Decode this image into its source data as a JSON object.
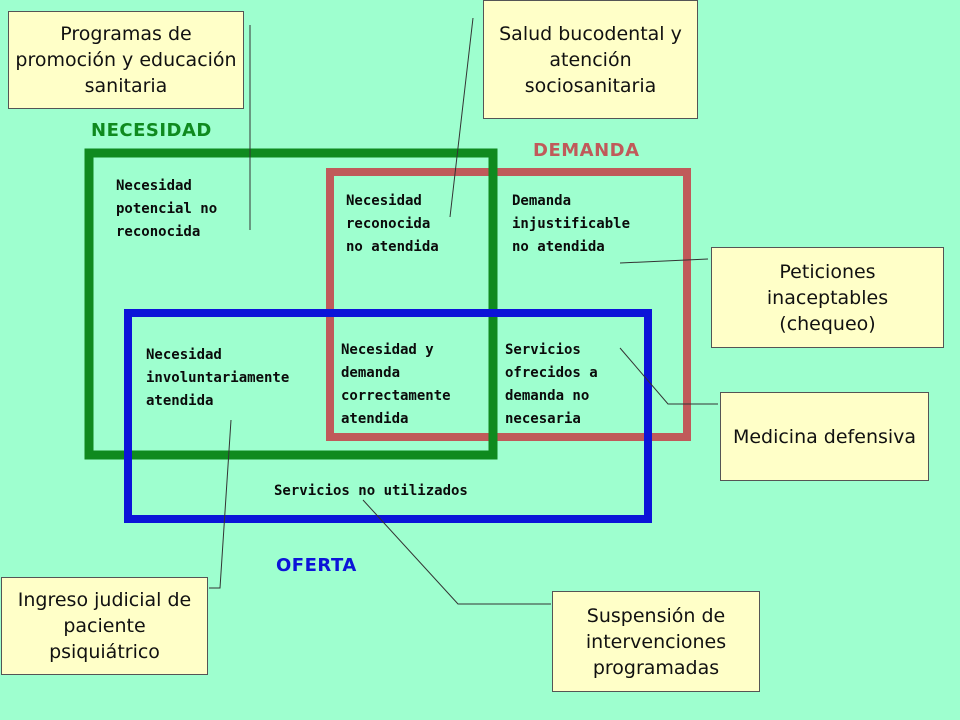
{
  "colors": {
    "background": "#9effcf",
    "necesidad": "#0f8a1f",
    "demanda": "#c05a5a",
    "oferta": "#0c14d8",
    "callout_bg": "#ffffc8"
  },
  "sets": {
    "necesidad": "NECESIDAD",
    "demanda": "DEMANDA",
    "oferta": "OFERTA"
  },
  "regions": {
    "potencial": "Necesidad\npotencial no\nreconocida",
    "reconocida": "Necesidad\nreconocida\nno atendida",
    "injustificable": "Demanda\ninjustificable\nno atendida",
    "involuntaria": "Necesidad\ninvoluntariamente\natendida",
    "correcta": "Necesidad y\ndemanda\ncorrectamente\natendida",
    "servicios_ofrecidos": "Servicios\nofrecidos a\ndemanda no\nnecesaria",
    "no_utilizados": "Servicios no utilizados"
  },
  "callouts": {
    "programas": "Programas de promoción y educación sanitaria",
    "salud": "Salud bucodental y atención sociosanitaria",
    "peticiones": "Peticiones inaceptables (chequeo)",
    "medicina": "Medicina defensiva",
    "ingreso": "Ingreso judicial de paciente psiquiátrico",
    "suspension": "Suspensión de intervenciones programadas"
  }
}
